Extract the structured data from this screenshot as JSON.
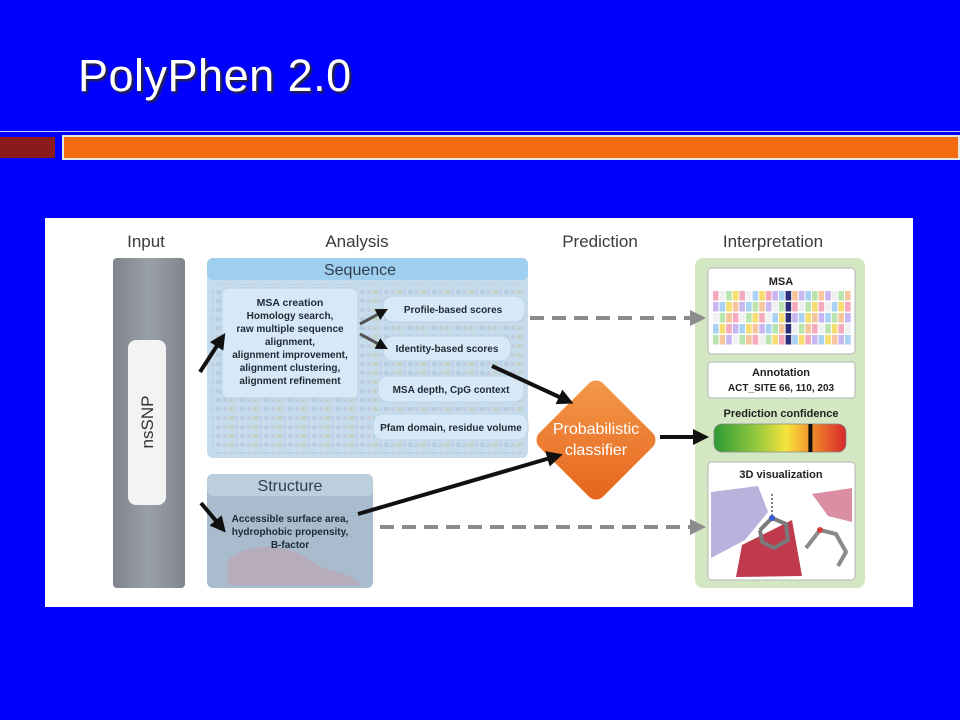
{
  "slide": {
    "title": "PolyPhen 2.0",
    "background_color": "#0000ff",
    "accent_bar_color": "#f26b0f",
    "accent_block_color": "#8b1a1a"
  },
  "diagram": {
    "columns": {
      "input": "Input",
      "analysis": "Analysis",
      "prediction": "Prediction",
      "interpretation": "Interpretation"
    },
    "input": {
      "label": "nsSNP"
    },
    "sequence": {
      "title": "Sequence",
      "msa_creation": {
        "heading": "MSA creation",
        "lines": [
          "Homology search,",
          "raw multiple sequence",
          "alignment,",
          "alignment improvement,",
          "alignment clustering,",
          "alignment refinement"
        ]
      },
      "features": [
        "Profile-based scores",
        "Identity-based scores",
        "MSA depth, CpG context",
        "Pfam domain, residue volume"
      ]
    },
    "structure": {
      "title": "Structure",
      "lines": [
        "Accessible surface area,",
        "hydrophobic propensity,",
        "B-factor"
      ]
    },
    "classifier": {
      "lines": [
        "Probabilistic",
        "classifier"
      ],
      "color": "#f07a2a"
    },
    "interpretation": {
      "msa": {
        "title": "MSA"
      },
      "annotation": {
        "title": "Annotation",
        "value": "ACT_SITE 66, 110, 203"
      },
      "confidence": {
        "title": "Prediction confidence",
        "marker_level": 0.73
      },
      "visualization": {
        "title": "3D visualization"
      }
    }
  }
}
